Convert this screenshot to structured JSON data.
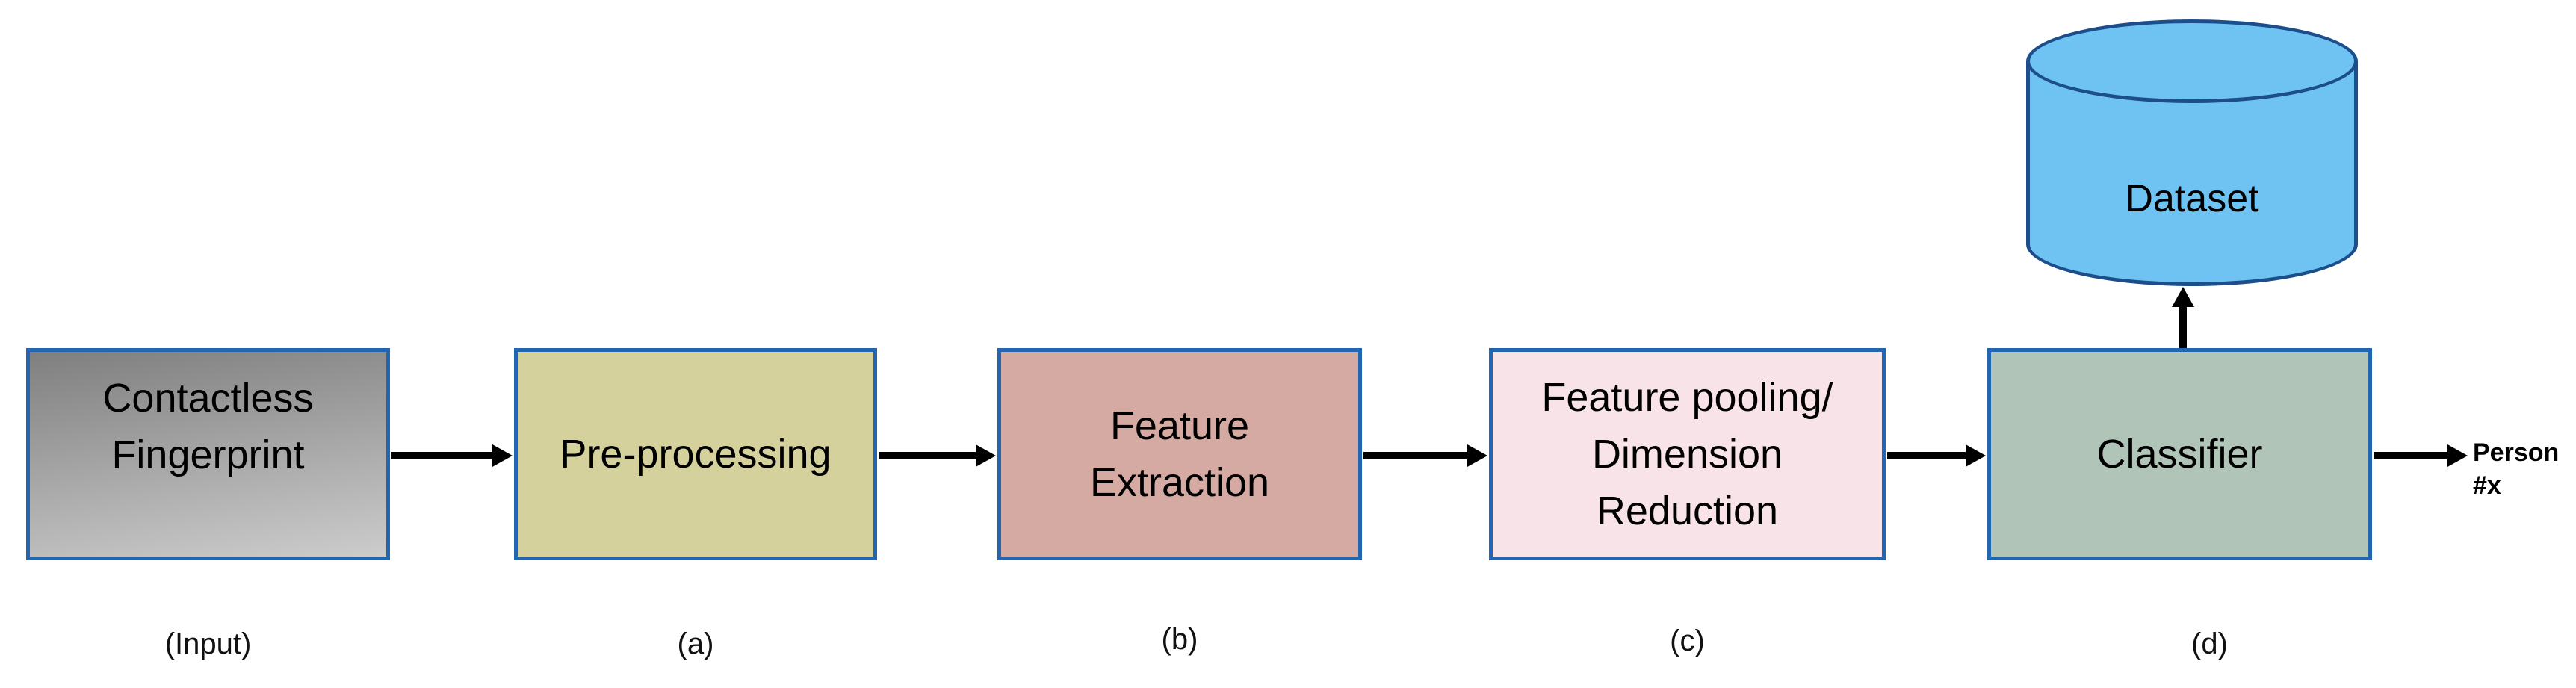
{
  "diagram": {
    "colors": {
      "background": "#ffffff",
      "box_border": "#2265b0",
      "arrow": "#000000",
      "text": "#000000"
    },
    "nodes": [
      {
        "id": "input",
        "label_lines": [
          "Contactless",
          "Fingerprint"
        ],
        "caption": "(Input)",
        "fill_top": "#7f7f7f",
        "fill_bottom": "#cccccc"
      },
      {
        "id": "preprocessing",
        "label_lines": [
          "Pre-processing"
        ],
        "caption": "(a)",
        "fill": "#d5d19d"
      },
      {
        "id": "feature-extraction",
        "label_lines": [
          "Feature",
          "Extraction"
        ],
        "caption": "(b)",
        "fill": "#d5aaa2"
      },
      {
        "id": "feature-pooling",
        "label_lines": [
          "Feature pooling/",
          "Dimension",
          "Reduction"
        ],
        "caption": "(c)",
        "fill": "#f8e3e8"
      },
      {
        "id": "classifier",
        "label_lines": [
          "Classifier"
        ],
        "caption": "(d)",
        "fill": "#b1c4b8"
      }
    ],
    "dataset": {
      "label": "Dataset",
      "fill": "#6fc3f2",
      "border": "#1d4e8c"
    },
    "output_lines": [
      "Person",
      "#x"
    ]
  }
}
